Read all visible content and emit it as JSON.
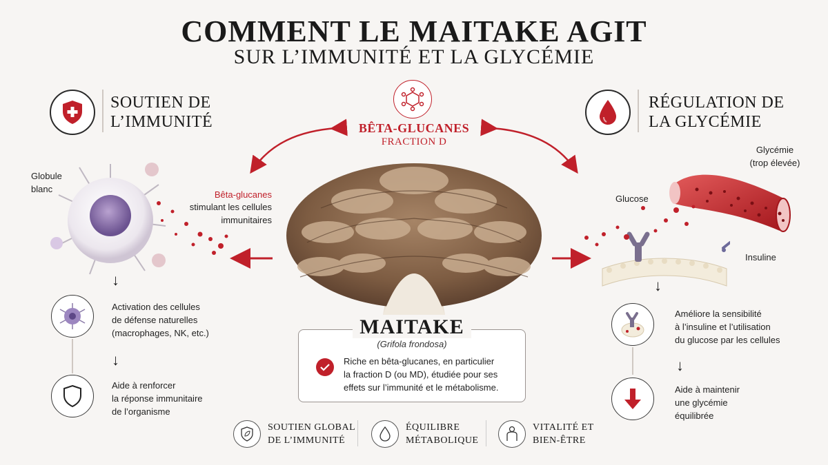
{
  "header": {
    "title": "COMMENT LE MAITAKE AGIT",
    "subtitle": "SUR L’IMMUNITÉ ET LA GLYCÉMIE"
  },
  "center": {
    "compound_line1": "BÊTA-GLUCANES",
    "compound_line2": "FRACTION D",
    "name": "MAITAKE",
    "latin": "(Grifola frondosa)",
    "description_lines": [
      "Riche en bêta-glucanes, en particulier",
      "la fraction D (ou MD), étudiée pour ses",
      "effets sur l’immunité et le métabolisme."
    ]
  },
  "left": {
    "title_line1": "SOUTIEN DE",
    "title_line2": "L’IMMUNITÉ",
    "cell_label_line1": "Globule",
    "cell_label_line2": "blanc",
    "betaglucan_label": "Bêta-glucanes",
    "stimulant_line1": "stimulant les cellules",
    "stimulant_line2": "immunitaires",
    "step1_lines": [
      "Activation des cellules",
      "de défense naturelles",
      "(macrophages, NK, etc.)"
    ],
    "step2_lines": [
      "Aide à renforcer",
      "la réponse immunitaire",
      "de l’organisme"
    ]
  },
  "right": {
    "title_line1": "RÉGULATION DE",
    "title_line2": "LA GLYCÉMIE",
    "glycemie_line1": "Glycémie",
    "glycemie_line2": "(trop élevée)",
    "glucose_label": "Glucose",
    "insuline_label": "Insuline",
    "step1_lines": [
      "Améliore la sensibilité",
      "à l’insuline et l’utilisation",
      "du glucose par les cellules"
    ],
    "step2_lines": [
      "Aide à maintenir",
      "une glycémie",
      "équilibrée"
    ]
  },
  "bottom": [
    {
      "line1": "SOUTIEN GLOBAL",
      "line2": "DE L’IMMUNITÉ",
      "icon": "shield-leaf-icon"
    },
    {
      "line1": "ÉQUILIBRE",
      "line2": "MÉTABOLIQUE",
      "icon": "drop-icon"
    },
    {
      "line1": "VITALITÉ ET",
      "line2": "BIEN-ÊTRE",
      "icon": "person-icon"
    }
  ],
  "colors": {
    "accent": "#c0202a",
    "text": "#1a1a1a",
    "mushroom": "#8a6a4e"
  }
}
